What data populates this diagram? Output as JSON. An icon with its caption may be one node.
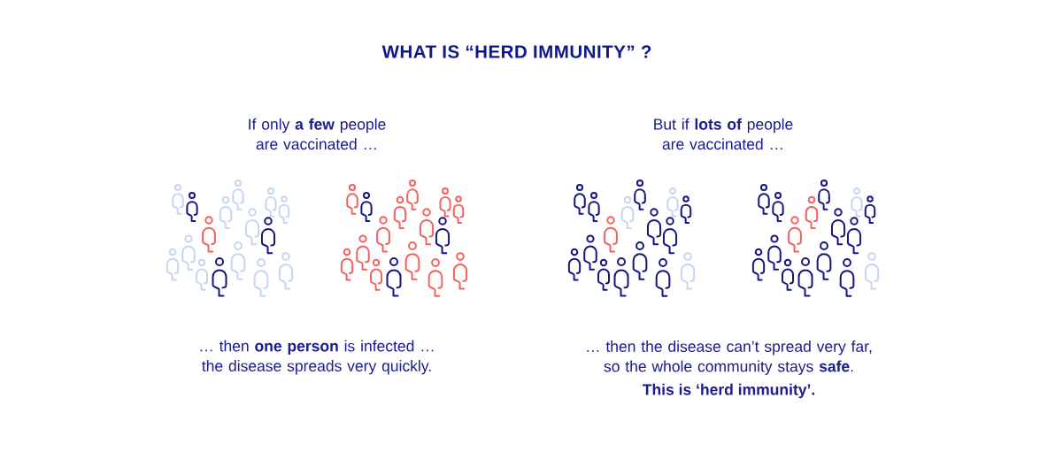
{
  "diagram": {
    "title": "WHAT IS “HERD IMMUNITY” ?",
    "labels": [
      "If only **a few** people are vaccinated …",
      "But if **lots of** people are vaccinated …",
      "… then **one person** is infected … the disease spreads very quickly.",
      "… then the disease can’t spread very far, so the whole community stays **safe**.",
      "This is ‘herd immunity’."
    ]
  }
}
